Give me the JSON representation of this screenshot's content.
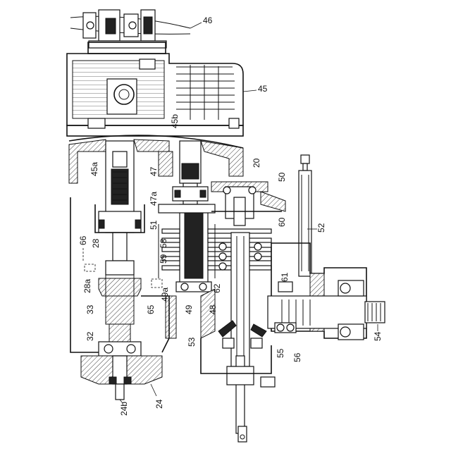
{
  "figure": {
    "labels": {
      "l46": "46",
      "l45": "45",
      "l45b": "45b",
      "l45a": "45a",
      "l47": "47",
      "l20": "20",
      "l50": "50",
      "l47a": "47a",
      "l51": "51",
      "l60": "60",
      "l52": "52",
      "l66": "66",
      "l28": "28",
      "l58": "58",
      "l59": "59",
      "l61": "61",
      "l28a": "28a",
      "l65": "65",
      "l49a": "49a",
      "l49": "49",
      "l62": "62",
      "l48": "48",
      "l33": "33",
      "l53": "53",
      "l55": "55",
      "l56": "56",
      "l54": "54",
      "l32": "32",
      "l24b": "24b",
      "l24": "24"
    }
  }
}
